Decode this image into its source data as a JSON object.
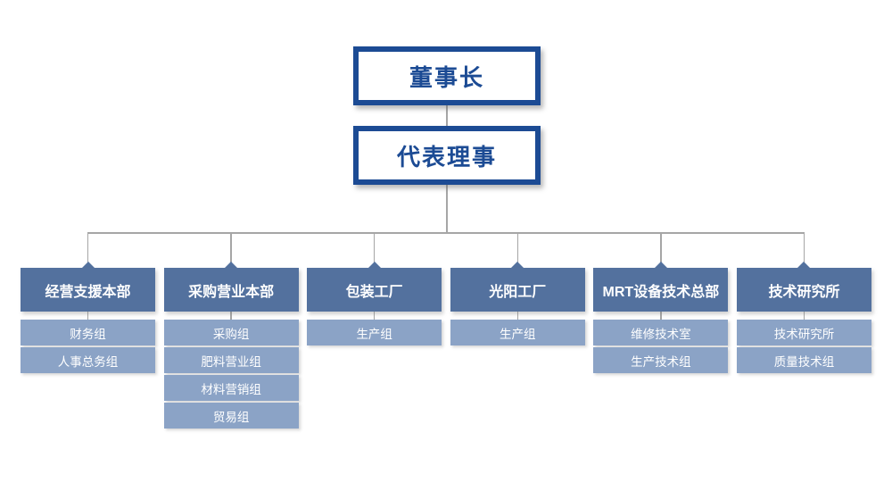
{
  "org": {
    "root": {
      "label": "董事长"
    },
    "level2": {
      "label": "代表理事"
    },
    "departments": [
      {
        "label": "经营支援本部",
        "children": [
          "财务组",
          "人事总务组"
        ]
      },
      {
        "label": "采购营业本部",
        "children": [
          "采购组",
          "肥料营业组",
          "材料营销组",
          "贸易组"
        ]
      },
      {
        "label": "包装工厂",
        "children": [
          "生产组"
        ]
      },
      {
        "label": "光阳工厂",
        "children": [
          "生产组"
        ]
      },
      {
        "label": "MRT设备技术总部",
        "children": [
          "维修技术室",
          "生产技术组"
        ]
      },
      {
        "label": "技术研究所",
        "children": [
          "技术研究所",
          "质量技术组"
        ]
      }
    ],
    "colors": {
      "executive_border": "#1c4b94",
      "executive_text": "#1c4b94",
      "department_fill": "#53719e",
      "sub_fill": "#8ba3c6",
      "connector_gray": "#a6a6a6",
      "background": "#ffffff"
    }
  }
}
